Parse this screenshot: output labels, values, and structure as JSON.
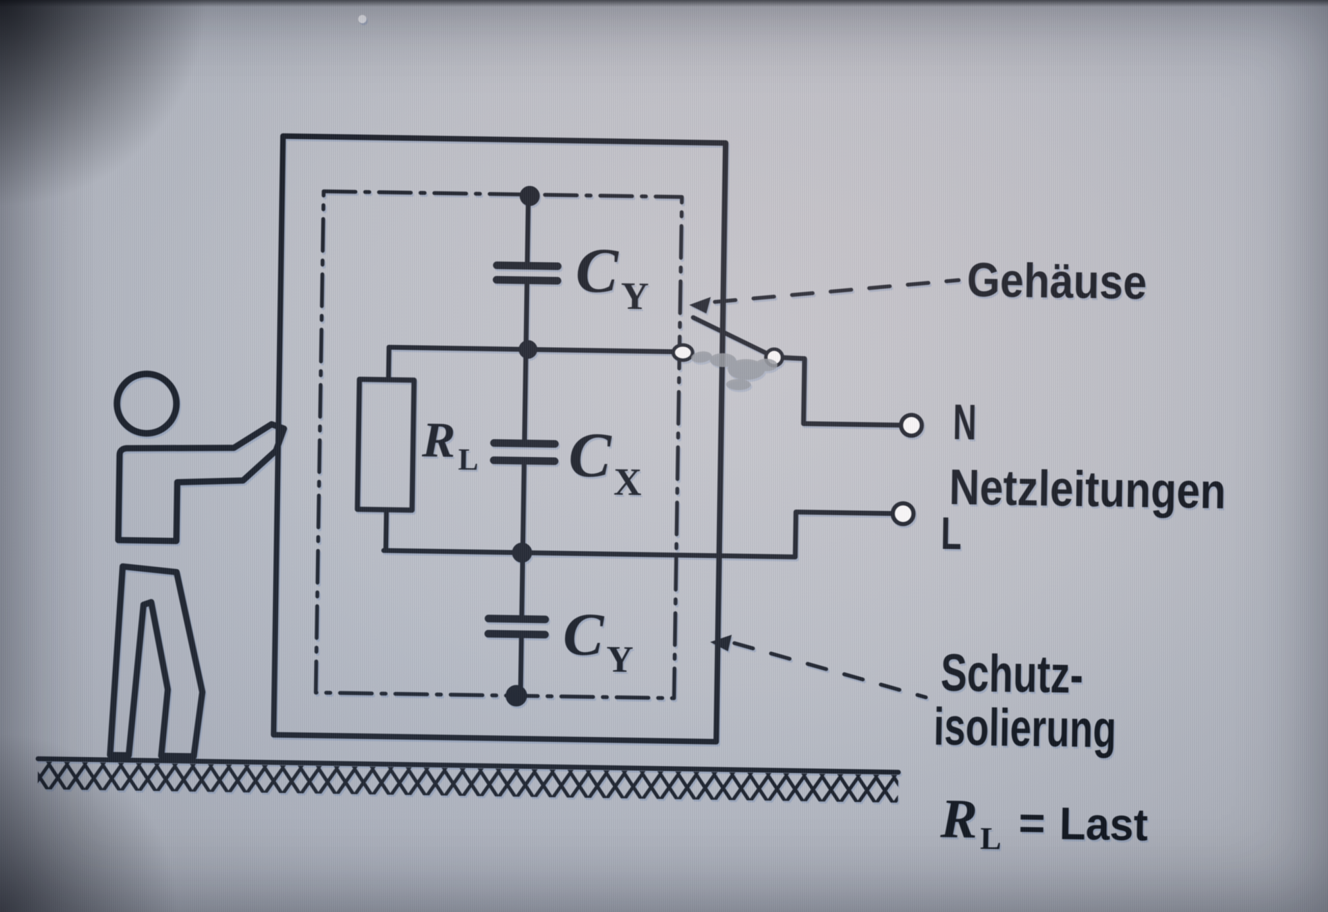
{
  "diagram": {
    "description_visible_text_only": true,
    "component_labels": {
      "cy_top": {
        "symbol": "C",
        "subscript": "Y"
      },
      "cx_mid": {
        "symbol": "C",
        "subscript": "X"
      },
      "cy_bottom": {
        "symbol": "C",
        "subscript": "Y"
      },
      "load": {
        "symbol": "R",
        "subscript": "L"
      }
    },
    "callouts": {
      "enclosure": "Gehäuse",
      "neutral_terminal": "N",
      "mains_lines": "Netzleitungen",
      "line_terminal": "L",
      "insulation_line1": "Schutz-",
      "insulation_line2": "isolierung"
    },
    "legend": {
      "symbol": "R",
      "subscript": "L",
      "equals": "=",
      "value": "Last"
    },
    "colors": {
      "ink": "#161b25",
      "background": "#bcbfc7",
      "contact_fill": "#ffffff",
      "smudge": "#97613d-not-used",
      "smudge_grey": "#959ba2"
    }
  }
}
